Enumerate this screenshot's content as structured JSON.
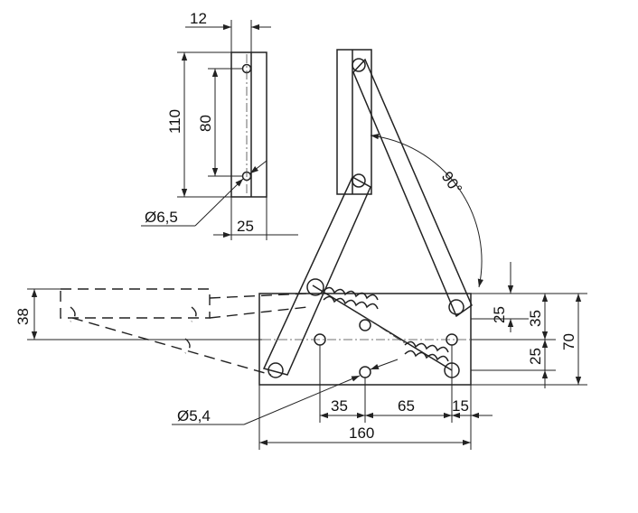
{
  "dimensions": {
    "bracket_thickness": "12",
    "bracket_height": "110",
    "hole_spacing": "80",
    "hole_diameter": "Ø6,5",
    "bracket_width": "25",
    "fold_height": "38",
    "angle": "90°",
    "right_25_top": "25",
    "right_35": "35",
    "right_70": "70",
    "right_25_bottom": "25",
    "bottom_hole_diameter": "Ø5,4",
    "bottom_35": "35",
    "bottom_65": "65",
    "bottom_15": "15",
    "bottom_160": "160"
  },
  "colors": {
    "ink": "#222222",
    "background": "#ffffff"
  }
}
